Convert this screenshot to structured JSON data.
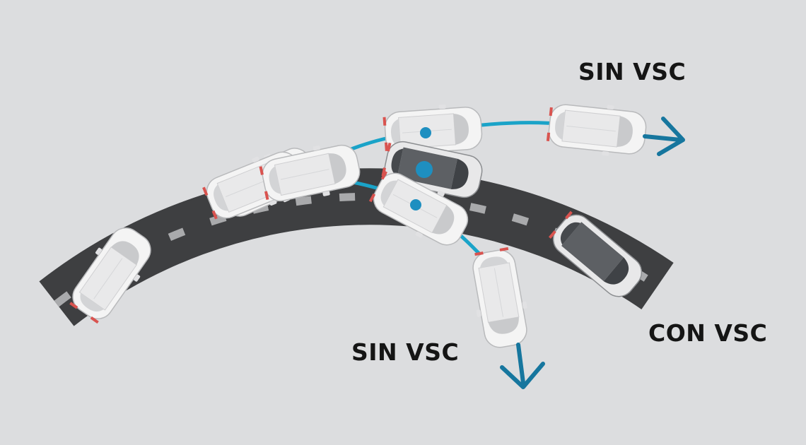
{
  "labels": {
    "top_without": "SIN VSC",
    "bottom_without": "SIN VSC",
    "with": "CON VSC"
  },
  "colors": {
    "background": "#dcdddf",
    "road": "#3e3f41",
    "lane_marking": "#a9aaac",
    "trajectory": "#1aa3c8",
    "arrow": "#16769e",
    "car_body": "#f4f4f4",
    "car_dark_body": "#5d6064",
    "label_text": "#151515"
  },
  "icons": {
    "car": "car-top-view-icon",
    "arrow": "chevron-arrow-icon"
  }
}
